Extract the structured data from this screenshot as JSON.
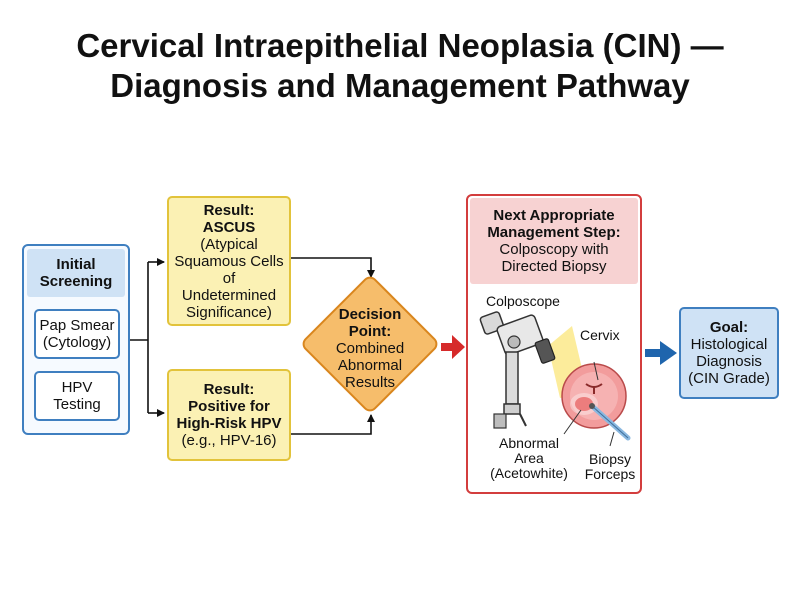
{
  "title": {
    "line1": "Cervical Intraepithelial Neoplasia (CIN) —",
    "line2": "Diagnosis and Management Pathway"
  },
  "screening": {
    "heading_line1": "Initial",
    "heading_line2": "Screening",
    "pap_line1": "Pap Smear",
    "pap_line2": "(Cytology)",
    "hpv_line1": "HPV",
    "hpv_line2": "Testing"
  },
  "ascus": {
    "line1": "Result:",
    "line2": "ASCUS",
    "line3": "(Atypical",
    "line4": "Squamous Cells",
    "line5": "of",
    "line6": "Undetermined",
    "line7": "Significance)"
  },
  "hpv_result": {
    "line1": "Result:",
    "line2": "Positive for",
    "line3": "High-Risk HPV",
    "line4": "(e.g., HPV-16)"
  },
  "decision": {
    "line1": "Decision",
    "line2": "Point:",
    "line3": "Combined",
    "line4": "Abnormal",
    "line5": "Results"
  },
  "next_step": {
    "line1": "Next Appropriate",
    "line2": "Management Step:",
    "line3": "Colposcopy with",
    "line4": "Directed Biopsy",
    "colposcope": "Colposcope",
    "cervix": "Cervix",
    "abnormal_line1": "Abnormal",
    "abnormal_line2": "Area",
    "abnormal_line3": "(Acetowhite)",
    "biopsy_line1": "Biopsy",
    "biopsy_line2": "Forceps"
  },
  "goal": {
    "line1": "Goal:",
    "line2": "Histological",
    "line3": "Diagnosis",
    "line4": "(CIN Grade)"
  },
  "colors": {
    "blue": "#3f7fc0",
    "yellow": "#fbf1b4",
    "orange": "#f6bd6b",
    "red": "#d33d3d"
  }
}
